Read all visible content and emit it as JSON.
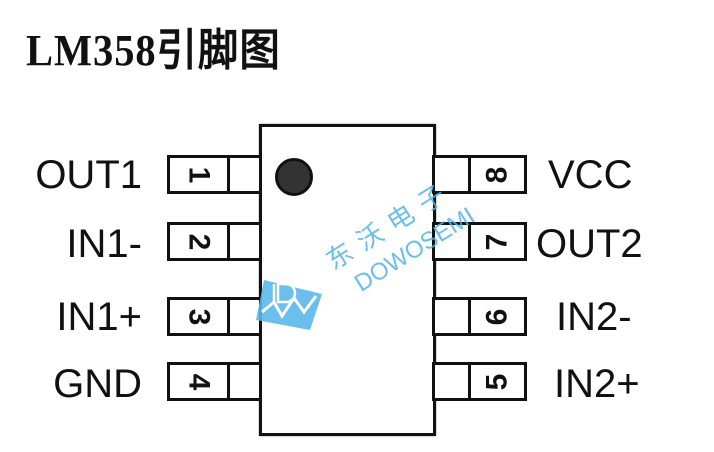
{
  "title": "LM358引脚图",
  "chip": {
    "package": "DIP-8",
    "pin1_marker": "dot",
    "colors": {
      "outline": "#111111",
      "dot": "#333333",
      "background": "#ffffff"
    }
  },
  "pins": {
    "left": [
      {
        "number": "1",
        "name": "OUT1"
      },
      {
        "number": "2",
        "name": "IN1-"
      },
      {
        "number": "3",
        "name": "IN1+"
      },
      {
        "number": "4",
        "name": "GND"
      }
    ],
    "right": [
      {
        "number": "8",
        "name": "VCC"
      },
      {
        "number": "7",
        "name": "OUT2"
      },
      {
        "number": "6",
        "name": "IN2-"
      },
      {
        "number": "5",
        "name": "IN2+"
      }
    ]
  },
  "watermark": {
    "chinese": "东沃电子",
    "english": "DOWOSEMI",
    "icon": "dowosemi-logo-icon",
    "color": "#4fb3e8"
  }
}
